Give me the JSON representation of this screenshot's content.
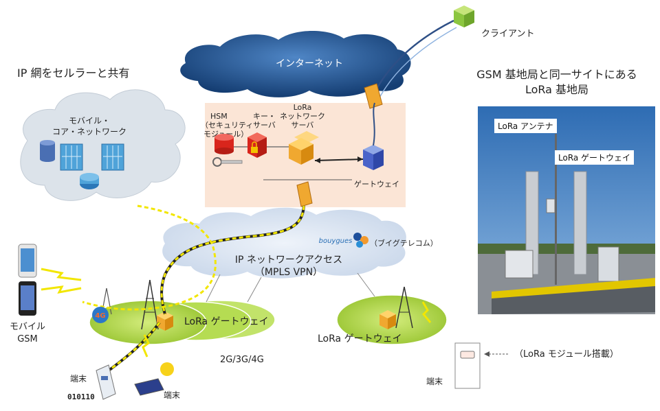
{
  "title_left": "IP 網をセルラーと共有",
  "photo": {
    "title_line1": "GSM 基地局と同一サイトにある",
    "title_line2": "LoRa 基地局",
    "antenna_label": "LoRa アンテナ",
    "gateway_label": "LoRa ゲートウェイ"
  },
  "internet": "インターネット",
  "client": "クライアント",
  "servers": {
    "hsm": [
      "HSM",
      "（セキュリティ",
      "モジュール）"
    ],
    "key": [
      "キー・",
      "サーバ"
    ],
    "lora_ns": [
      "LoRa",
      "ネットワーク",
      "サーバ"
    ],
    "gateway": "ゲートウェイ"
  },
  "core_network": [
    "モバイル・",
    "コア・ネットワーク"
  ],
  "ip_access": [
    "IP ネットワークアクセス",
    "（MPLS VPN）"
  ],
  "bouygues": {
    "logo_text": "bouygues",
    "label": "（ブイグテレコム）"
  },
  "lora_gateway_1": "LoRa ゲートウェイ",
  "lora_gateway_2": "LoRa ゲートウェイ",
  "cellular_generations": "2G/3G/4G",
  "mobile_gsm": [
    "モバイル",
    "GSM"
  ],
  "badge_4g": "4G",
  "terminal_1": "端末",
  "terminal_1_code": "010110",
  "terminal_2": "端末",
  "terminal_3": "端末",
  "lora_module": "（LoRa モジュール搭載）",
  "colors": {
    "cloud_blue": "#1d4f8c",
    "green_zone": "#a9d23f",
    "server_zone": "#fbe5d6",
    "lora_orange": "#f0a830",
    "link_yellow": "#f2e600"
  }
}
